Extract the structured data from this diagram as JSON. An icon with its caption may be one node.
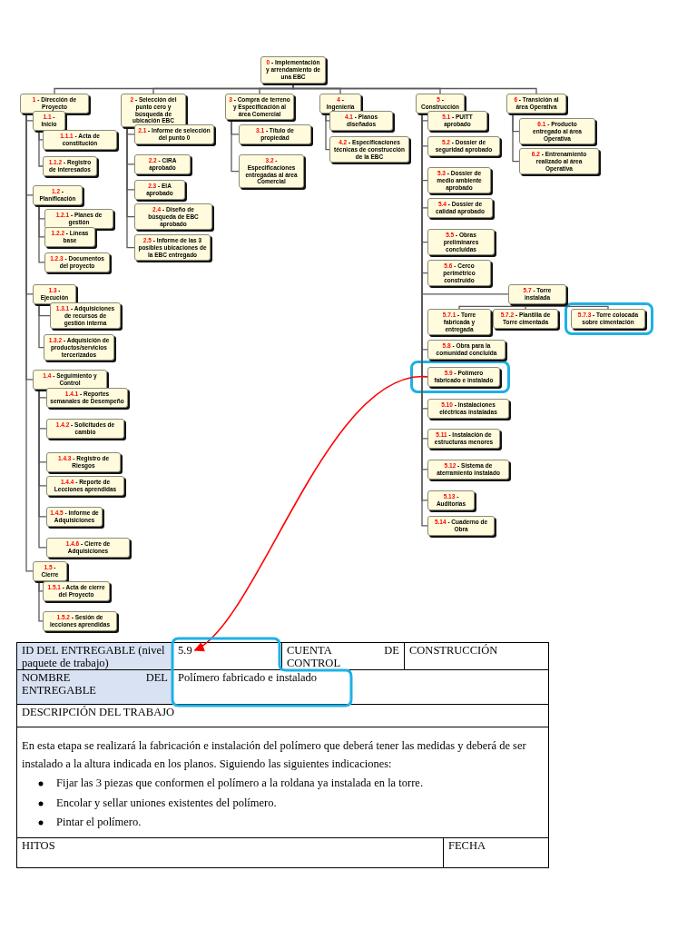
{
  "diagram": {
    "nodes": [
      {
        "text": [
          "0",
          "- Implementación y arrendamiento de una EBC"
        ]
      },
      {
        "text": [
          "1",
          "- Dirección de Proyecto"
        ]
      },
      {
        "text": [
          "1.1",
          "- Inicio"
        ]
      },
      {
        "text": [
          "1.1.1",
          "- Acta de constitución"
        ]
      },
      {
        "text": [
          "1.1.2",
          "- Registro de interesados"
        ]
      },
      {
        "text": [
          "1.2",
          "- Planificación"
        ]
      },
      {
        "text": [
          "1.2.1",
          "- Planes de gestión"
        ]
      },
      {
        "text": [
          "1.2.2",
          "- Líneas base"
        ]
      },
      {
        "text": [
          "1.2.3",
          "- Documentos del proyecto"
        ]
      },
      {
        "text": [
          "1.3",
          "- Ejecución"
        ]
      },
      {
        "text": [
          "1.3.1",
          "- Adquisiciones de recursos de gestión interna"
        ]
      },
      {
        "text": [
          "1.3.2",
          "- Adquisición de productos/servicios tercerizados"
        ]
      },
      {
        "text": [
          "1.4",
          "- Seguimiento y Control"
        ]
      },
      {
        "text": [
          "1.4.1",
          "- Reportes semanales de Desempeño"
        ]
      },
      {
        "text": [
          "1.4.2",
          "- Solicitudes de cambio"
        ]
      },
      {
        "text": [
          "1.4.3",
          "- Registro de Riesgos"
        ]
      },
      {
        "text": [
          "1.4.4",
          "- Reporte de Lecciones aprendidas"
        ]
      },
      {
        "text": [
          "1.4.5",
          "- Informe de Adquisiciones"
        ]
      },
      {
        "text": [
          "1.4.6",
          "- Cierre de Adquisiciones"
        ]
      },
      {
        "text": [
          "1.5",
          "- Cierre"
        ]
      },
      {
        "text": [
          "1.5.1",
          "- Acta de cierre del Proyecto"
        ]
      },
      {
        "text": [
          "1.5.2",
          "- Sesión de lecciones aprendidas"
        ]
      },
      {
        "text": [
          "2",
          "- Selección del punto cero y búsqueda de ubicación EBC"
        ]
      },
      {
        "text": [
          "2.1",
          "- Informe de selección del punto 0"
        ]
      },
      {
        "text": [
          "2.2",
          "- CIRA aprobado"
        ]
      },
      {
        "text": [
          "2.3",
          "- EIA aprobado"
        ]
      },
      {
        "text": [
          "2.4",
          "- Diseño de búsqueda de EBC aprobado"
        ]
      },
      {
        "text": [
          "2.5",
          "- Informe de las 3 posibles ubicaciones de la EBC entregado"
        ]
      },
      {
        "text": [
          "3",
          "- Compra de terreno y Especificación al área Comercial"
        ]
      },
      {
        "text": [
          "3.1",
          "- Título de propiedad"
        ]
      },
      {
        "text": [
          "3.2",
          "- Especificaciones entregadas al área Comercial"
        ]
      },
      {
        "text": [
          "4",
          "- Ingeniería"
        ]
      },
      {
        "text": [
          "4.1",
          "- Planos diseñados"
        ]
      },
      {
        "text": [
          "4.2",
          "- Especificaciones técnicas de construcción de la EBC"
        ]
      },
      {
        "text": [
          "5",
          "- Construcción"
        ]
      },
      {
        "text": [
          "5.1",
          "- PUITT aprobado"
        ]
      },
      {
        "text": [
          "5.2",
          "- Dossier de seguridad aprobado"
        ]
      },
      {
        "text": [
          "5.3",
          "- Dossier de medio ambiente aprobado"
        ]
      },
      {
        "text": [
          "5.4",
          "- Dossier de calidad aprobado"
        ]
      },
      {
        "text": [
          "5.5",
          "- Obras preliminares concluidas"
        ]
      },
      {
        "text": [
          "5.6",
          "- Cerco perimétrico construido"
        ]
      },
      {
        "text": [
          "5.7",
          "- Torre instalada"
        ]
      },
      {
        "text": [
          "5.7.1",
          "- Torre fabricada y entregada"
        ]
      },
      {
        "text": [
          "5.7.2",
          "- Plantilla de Torre cimentada"
        ]
      },
      {
        "text": [
          "5.7.3",
          "- Torre colocada sobre cimentación"
        ]
      },
      {
        "text": [
          "5.8",
          "- Obra para la comunidad concluida"
        ]
      },
      {
        "text": [
          "5.9",
          "- Polímero fabricado e instalado"
        ]
      },
      {
        "text": [
          "5.10",
          "- Instalaciones eléctricas instaladas"
        ]
      },
      {
        "text": [
          "5.11",
          "- Instalación de estructuras menores"
        ]
      },
      {
        "text": [
          "5.12",
          "- Sistema de aterramiento instalado"
        ]
      },
      {
        "text": [
          "5.13",
          "- Auditorías"
        ]
      },
      {
        "text": [
          "5.14",
          "- Cuaderno de Obra"
        ]
      },
      {
        "text": [
          "6",
          "- Transición al área Operativa"
        ]
      },
      {
        "text": [
          "6.1",
          "- Producto entregado al área Operativa"
        ]
      },
      {
        "text": [
          "6.2",
          "- Entrenamiento realizado al área Operativa"
        ]
      },
      {
        "text": [
          "5.9"
        ]
      }
    ],
    "edges": [
      {
        "from": 0,
        "to": 1,
        "arrow": "none"
      },
      {
        "from": 0,
        "to": 22,
        "arrow": "none"
      },
      {
        "from": 0,
        "to": 28,
        "arrow": "none"
      },
      {
        "from": 0,
        "to": 31,
        "arrow": "none"
      },
      {
        "from": 0,
        "to": 34,
        "arrow": "none"
      },
      {
        "from": 0,
        "to": 52,
        "arrow": "none"
      },
      {
        "from": 1,
        "to": 2,
        "arrow": "none"
      },
      {
        "from": 1,
        "to": 5,
        "arrow": "none"
      },
      {
        "from": 1,
        "to": 9,
        "arrow": "none"
      },
      {
        "from": 1,
        "to": 12,
        "arrow": "none"
      },
      {
        "from": 1,
        "to": 19,
        "arrow": "none"
      },
      {
        "from": 2,
        "to": 3,
        "arrow": "none"
      },
      {
        "from": 2,
        "to": 4,
        "arrow": "none"
      },
      {
        "from": 5,
        "to": 6,
        "arrow": "none"
      },
      {
        "from": 5,
        "to": 7,
        "arrow": "none"
      },
      {
        "from": 5,
        "to": 8,
        "arrow": "none"
      },
      {
        "from": 9,
        "to": 10,
        "arrow": "none"
      },
      {
        "from": 9,
        "to": 11,
        "arrow": "none"
      },
      {
        "from": 12,
        "to": 13,
        "arrow": "none"
      },
      {
        "from": 12,
        "to": 14,
        "arrow": "none"
      },
      {
        "from": 12,
        "to": 15,
        "arrow": "none"
      },
      {
        "from": 12,
        "to": 16,
        "arrow": "none"
      },
      {
        "from": 12,
        "to": 17,
        "arrow": "none"
      },
      {
        "from": 12,
        "to": 18,
        "arrow": "none"
      },
      {
        "from": 19,
        "to": 20,
        "arrow": "none"
      },
      {
        "from": 19,
        "to": 21,
        "arrow": "none"
      },
      {
        "from": 22,
        "to": 23,
        "arrow": "none"
      },
      {
        "from": 22,
        "to": 24,
        "arrow": "none"
      },
      {
        "from": 22,
        "to": 25,
        "arrow": "none"
      },
      {
        "from": 22,
        "to": 26,
        "arrow": "none"
      },
      {
        "from": 22,
        "to": 27,
        "arrow": "none"
      },
      {
        "from": 28,
        "to": 29,
        "arrow": "none"
      },
      {
        "from": 28,
        "to": 30,
        "arrow": "none"
      },
      {
        "from": 31,
        "to": 32,
        "arrow": "none"
      },
      {
        "from": 31,
        "to": 33,
        "arrow": "none"
      },
      {
        "from": 34,
        "to": 35,
        "arrow": "none"
      },
      {
        "from": 34,
        "to": 36,
        "arrow": "none"
      },
      {
        "from": 34,
        "to": 37,
        "arrow": "none"
      },
      {
        "from": 34,
        "to": 38,
        "arrow": "none"
      },
      {
        "from": 34,
        "to": 39,
        "arrow": "none"
      },
      {
        "from": 34,
        "to": 40,
        "arrow": "none"
      },
      {
        "from": 34,
        "to": 41,
        "arrow": "none"
      },
      {
        "from": 41,
        "to": 42,
        "arrow": "none"
      },
      {
        "from": 41,
        "to": 43,
        "arrow": "none"
      },
      {
        "from": 41,
        "to": 44,
        "arrow": "none"
      },
      {
        "from": 34,
        "to": 45,
        "arrow": "none"
      },
      {
        "from": 34,
        "to": 46,
        "arrow": "none"
      },
      {
        "from": 34,
        "to": 47,
        "arrow": "none"
      },
      {
        "from": 34,
        "to": 48,
        "arrow": "none"
      },
      {
        "from": 34,
        "to": 49,
        "arrow": "none"
      },
      {
        "from": 34,
        "to": 50,
        "arrow": "none"
      },
      {
        "from": 34,
        "to": 51,
        "arrow": "none"
      },
      {
        "from": 52,
        "to": 53,
        "arrow": "none"
      },
      {
        "from": 52,
        "to": 54,
        "arrow": "none"
      },
      {
        "from": 46,
        "to": 55,
        "arrow": "to",
        "color": "#ff0000"
      }
    ],
    "labels": [
      "ID DEL ENTREGABLE (nivel paquete de trabajo)",
      "CUENTA DE CONTROL",
      "CONSTRUCCIÓN",
      "NOMBRE DEL ENTREGABLE",
      "Polímero fabricado e instalado",
      "DESCRIPCIÓN DEL TRABAJO",
      "En esta etapa se realizará la fabricación e instalación del polímero que deberá tener las medidas y deberá de ser instalado a la altura indicada en los planos. Siguiendo las siguientes indicaciones:",
      "Fijar las 3 piezas que conformen el polímero a la roldana ya instalada en la torre.",
      "Encolar y sellar uniones existentes del polímero.",
      "Pintar el polímero.",
      "HITOS",
      "FECHA"
    ]
  }
}
